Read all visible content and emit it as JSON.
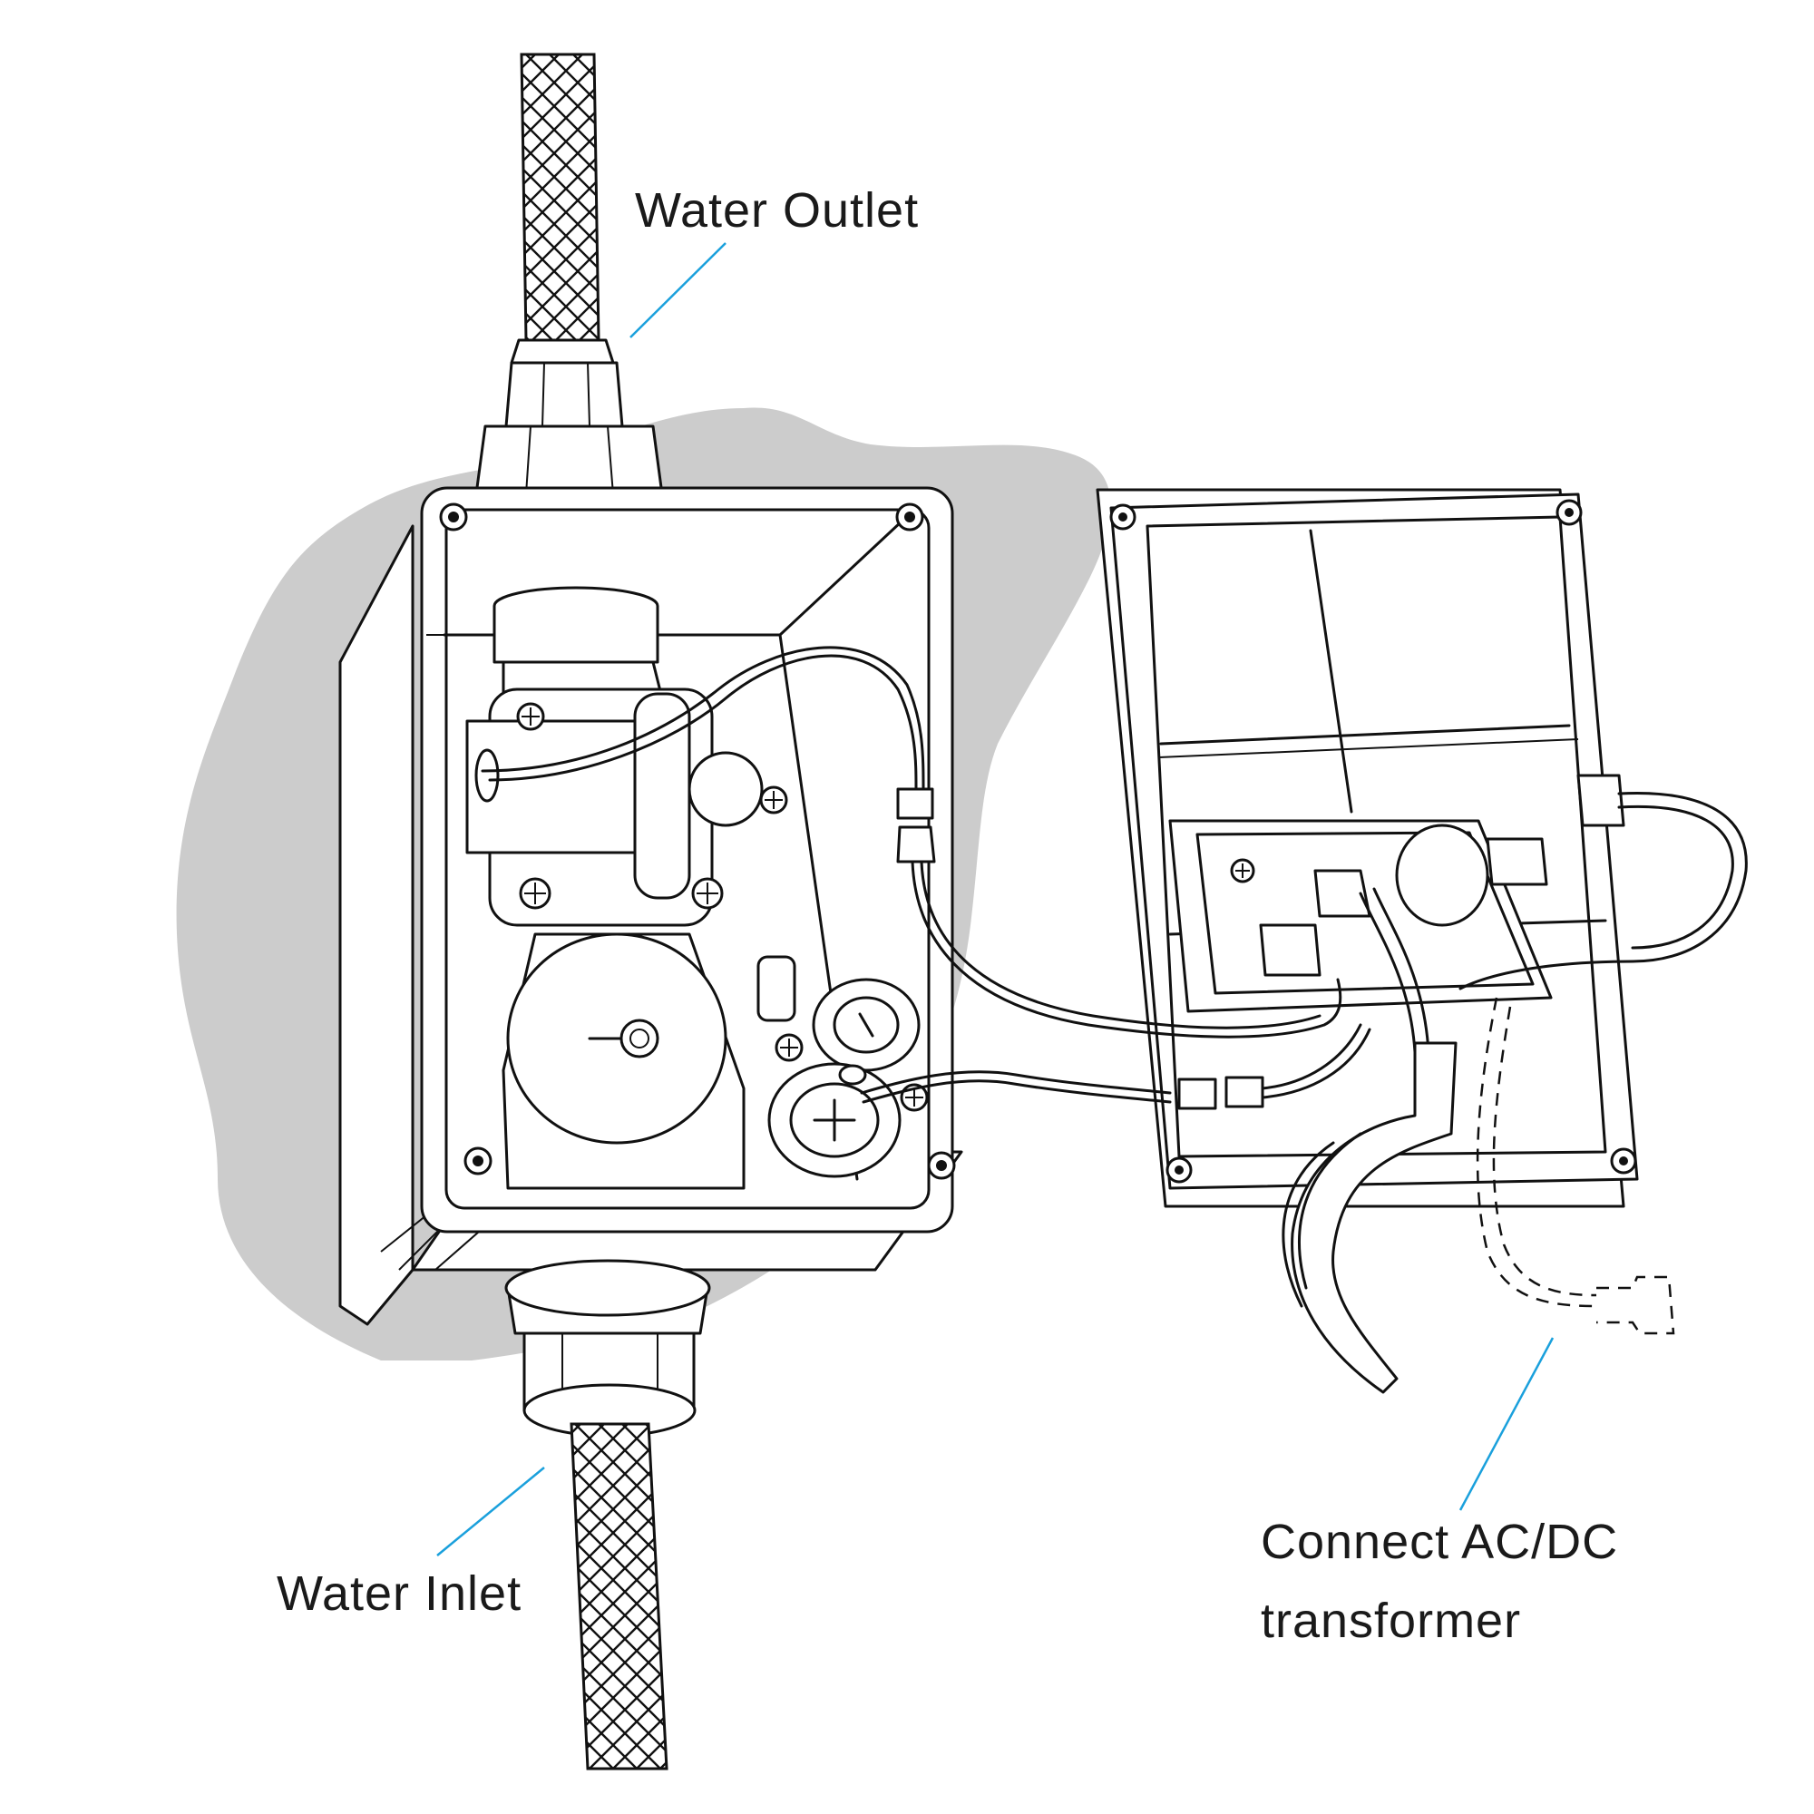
{
  "labels": {
    "water_outlet": "Water Outlet",
    "water_inlet": "Water Inlet",
    "transformer_line1": "Connect AC/DC",
    "transformer_line2": "transformer"
  },
  "colors": {
    "leader_line": "#1aa0dc",
    "shadow": "#cccccc",
    "outline": "#111111",
    "text": "#1a1a1a"
  }
}
